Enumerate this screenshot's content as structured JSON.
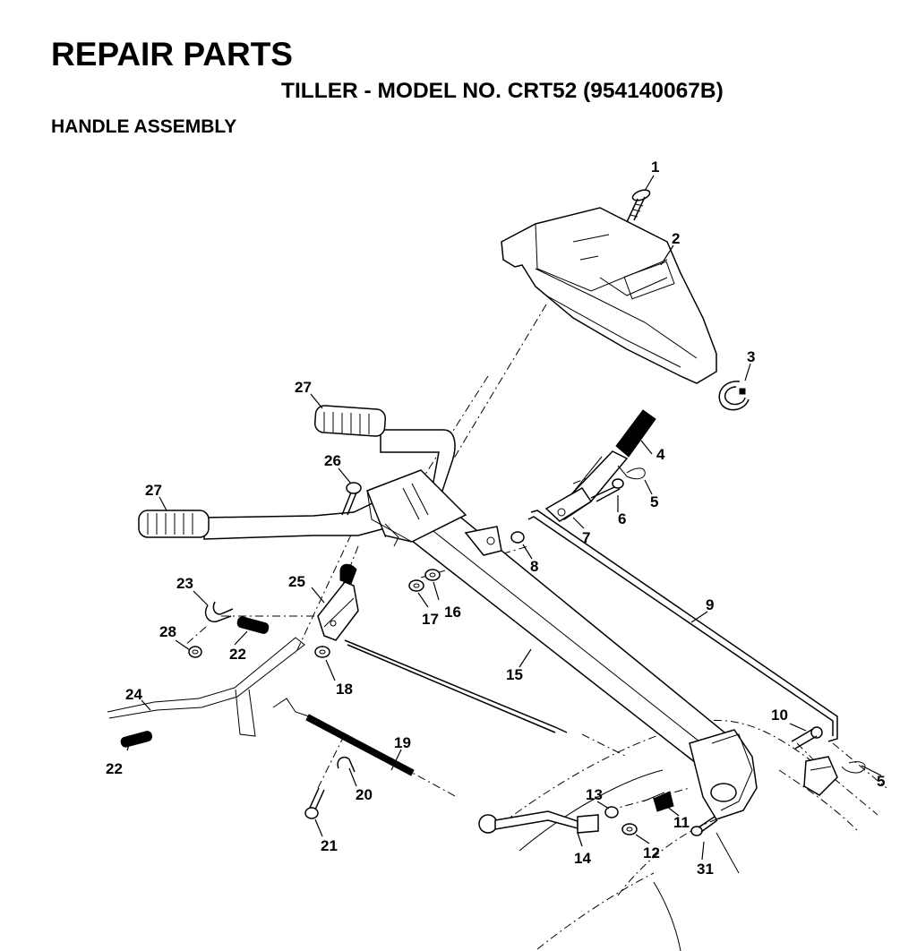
{
  "header": {
    "title": "REPAIR PARTS",
    "subtitle": "TILLER - MODEL NO. CRT52  (954140067B)",
    "section": "HANDLE ASSEMBLY"
  },
  "callouts": {
    "c1": "1",
    "c2": "2",
    "c3": "3",
    "c4": "4",
    "c5a": "5",
    "c5b": "5",
    "c6": "6",
    "c7": "7",
    "c8": "8",
    "c9": "9",
    "c10": "10",
    "c11": "11",
    "c12": "12",
    "c13": "13",
    "c14": "14",
    "c15": "15",
    "c16": "16",
    "c17": "17",
    "c18": "18",
    "c19": "19",
    "c20": "20",
    "c21": "21",
    "c22a": "22",
    "c22b": "22",
    "c23": "23",
    "c24": "24",
    "c25": "25",
    "c26": "26",
    "c27a": "27",
    "c27b": "27",
    "c28": "28",
    "c31": "31"
  }
}
